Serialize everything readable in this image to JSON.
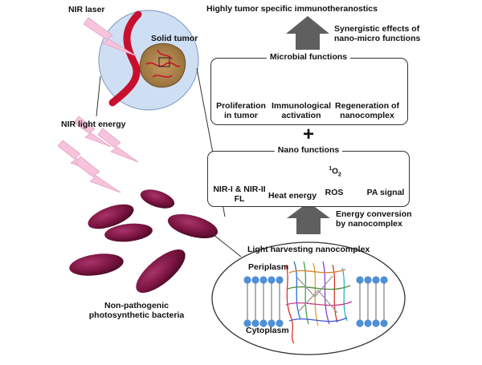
{
  "top": {
    "title": "Highly tumor specific immunotheranostics",
    "synergy_line1": "Synergistic effects of",
    "synergy_line2": "nano-micro functions"
  },
  "tumor": {
    "laser_label": "NIR laser",
    "tumor_label": "Solid tumor",
    "energy_label": "NIR light energy"
  },
  "microbial": {
    "title": "Microbial functions",
    "items": [
      {
        "line1": "Proliferation",
        "line2": "in tumor"
      },
      {
        "line1": "Immunological",
        "line2": "activation"
      },
      {
        "line1": "Regeneration of",
        "line2": "nanocomplex"
      }
    ]
  },
  "plus": "+",
  "nano": {
    "title": "Nano functions",
    "items": [
      {
        "line1": "NIR-I & NIR-II",
        "line2": "FL"
      },
      {
        "line1": "Heat energy",
        "line2": ""
      },
      {
        "line1": "ROS",
        "line2": ""
      },
      {
        "line1": "PA signal",
        "line2": ""
      }
    ],
    "ros_symbol_sup": "1",
    "ros_symbol_main": "O",
    "ros_symbol_sub": "2"
  },
  "conversion": {
    "line1": "Energy conversion",
    "line2": "by nanocomplex"
  },
  "membrane": {
    "title": "Light harvesting nanocomplex",
    "periplasm": "Periplasm",
    "cytoplasm": "Cytoplasm"
  },
  "bacteria": {
    "line1": "Non-pathogenic",
    "line2": "photosynthetic bacteria"
  },
  "colors": {
    "arrow": "#5f5f5f",
    "bacteria": "#7a1440",
    "tumor_circle": "#cfdff3",
    "vessel": "#c8102e",
    "lipid_head": "#4f8fd6",
    "lightning": "#f6c4dc"
  }
}
